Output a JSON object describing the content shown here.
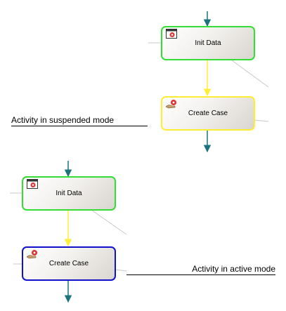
{
  "nodes": {
    "init_top": {
      "label": "Init Data",
      "icon": "data-window-icon",
      "border": "#33dd33"
    },
    "create_top": {
      "label": "Create Case",
      "icon": "hand-gear-icon",
      "border": "#ffee33"
    },
    "init_bottom": {
      "label": "Init Data",
      "icon": "data-window-icon",
      "border": "#33dd33"
    },
    "create_bottom": {
      "label": "Create Case",
      "icon": "hand-gear-icon",
      "border": "#1111cc"
    }
  },
  "captions": {
    "suspended": "Activity in suspended mode",
    "active": "Activity in active mode"
  },
  "colors": {
    "arrow_teal": "#1b7380",
    "arrow_yellow": "#ffee33",
    "connector_gray": "#c8c8c8"
  }
}
